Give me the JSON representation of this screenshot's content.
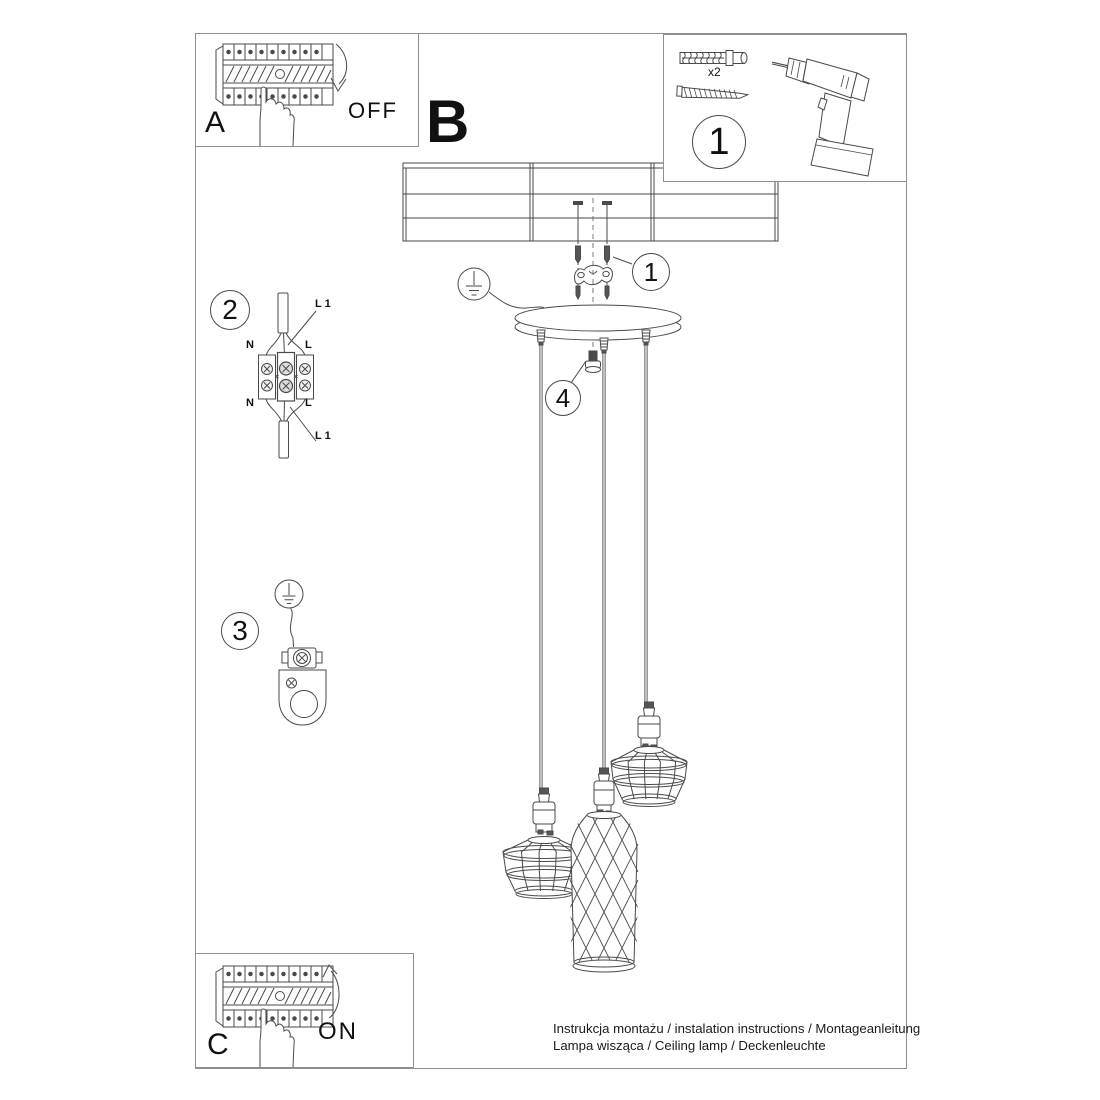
{
  "sheet": {
    "type": "installation-instruction-diagram",
    "footer": {
      "line1": "Instrukcja montażu / instalation instructions / Montageanleitung",
      "line2": "Lampa wisząca / Ceiling lamp / Deckenleuchte"
    }
  },
  "panel_a": {
    "label": "A",
    "action": "OFF"
  },
  "panel_c": {
    "label": "C",
    "action": "ON"
  },
  "section_b": {
    "label": "B"
  },
  "kit": {
    "number": "1",
    "quantity": "x2"
  },
  "step2": {
    "number": "2",
    "labels": {
      "l1_top": "L 1",
      "n_top": "N",
      "l_top": "L",
      "n_bottom": "N",
      "l_bottom": "L",
      "l1_bottom": "L 1"
    }
  },
  "step3": {
    "number": "3"
  },
  "assembly": {
    "callout_bracket": "1",
    "callout_nut": "4"
  },
  "icons": {
    "ground": "earth-ground-symbol",
    "breaker": "circuit-breaker-row",
    "hand": "pointing-hand",
    "drill": "cordless-drill",
    "dowel": "wall-plug",
    "screw": "mounting-screw"
  },
  "colors": {
    "line": "#4a4a4a",
    "frame": "#8f8f8f",
    "text": "#111111",
    "background": "#ffffff"
  }
}
